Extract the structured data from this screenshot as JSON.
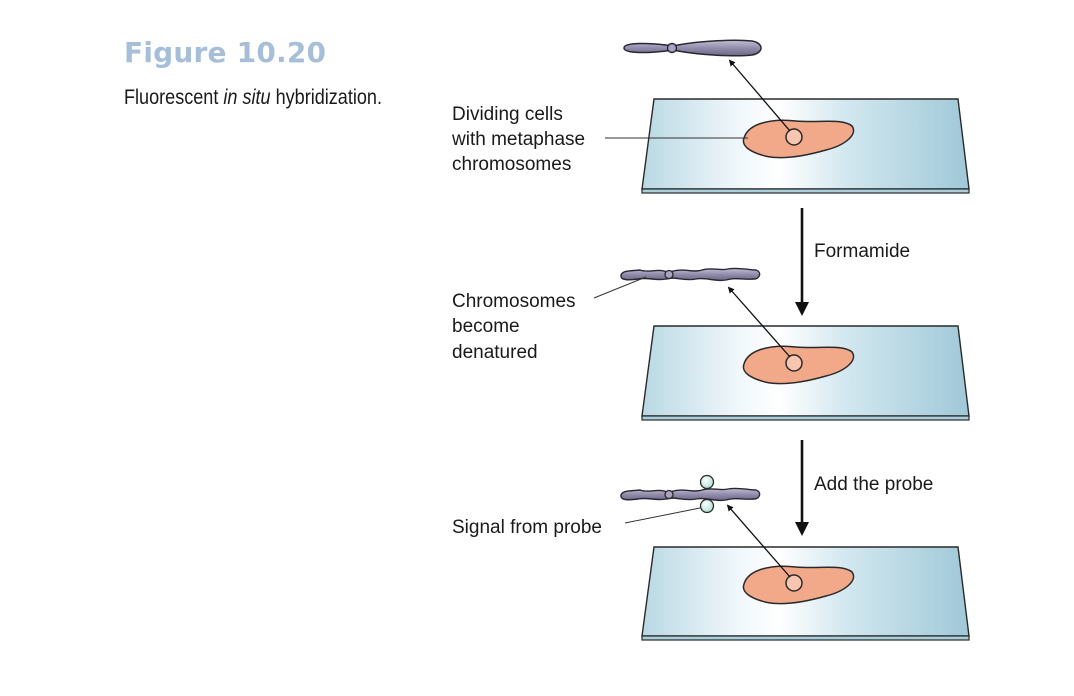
{
  "figure": {
    "title": "Figure 10.20",
    "caption_before": "Fluorescent ",
    "caption_italic": "in situ",
    "caption_after": " hybridization."
  },
  "steps": [
    {
      "label_lines": [
        "Dividing cells",
        "with metaphase",
        "chromosomes"
      ]
    },
    {
      "label_lines": [
        "Chromosomes",
        "become",
        "denatured"
      ]
    },
    {
      "label_lines": [
        "Signal from probe"
      ]
    }
  ],
  "arrows": [
    {
      "label": "Formamide"
    },
    {
      "label": "Add the probe"
    }
  ],
  "colors": {
    "title": "#a7bed9",
    "slide_light": "#e8f3f8",
    "slide_dark": "#a9cfdd",
    "cell_fill": "#f2a98a",
    "chromosome": "#8f8aa6",
    "probe": "#cdeee8"
  }
}
